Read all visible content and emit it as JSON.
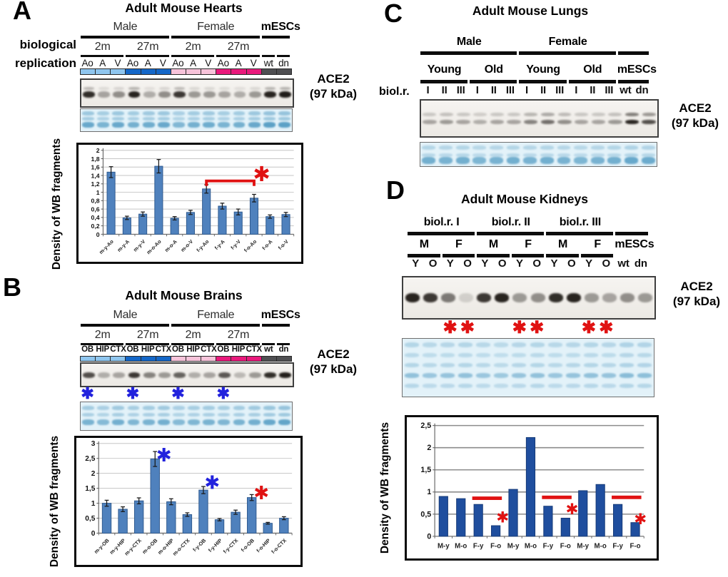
{
  "asterisk_glyph": "✱",
  "colors": {
    "male_young": "#8fc6ef",
    "male_old": "#1467c8",
    "female_young": "#f7c3da",
    "female_old": "#e9197c",
    "mesc_gray": "#4f4f52",
    "bar_blue": "#4f81bd",
    "bar_navy": "#1f4e9e",
    "sig_red": "#e01212",
    "sig_blue": "#2222dd"
  },
  "panelA": {
    "label": "A",
    "title": "Adult Mouse Hearts",
    "side_label_line1": "biological",
    "side_label_line2": "replication",
    "target": "ACE2",
    "target_size": "(97 kDa)",
    "header_rows": [
      [
        {
          "label": "Male",
          "span": 6,
          "bar": true
        },
        {
          "label": "Female",
          "span": 6,
          "bar": true
        },
        {
          "label": "mESCs",
          "span": 2,
          "bar": true,
          "bold": true
        }
      ],
      [
        {
          "label": "2m",
          "span": 3,
          "bar": true
        },
        {
          "label": "27m",
          "span": 3,
          "bar": true
        },
        {
          "label": "2m",
          "span": 3,
          "bar": true
        },
        {
          "label": "27m",
          "span": 3,
          "bar": true
        },
        {
          "label": "",
          "span": 1,
          "bar": true
        },
        {
          "label": "",
          "span": 1,
          "bar": true
        }
      ]
    ],
    "lanes": [
      "Ao",
      "A",
      "V",
      "Ao",
      "A",
      "V",
      "Ao",
      "A",
      "V",
      "Ao",
      "A",
      "V",
      "wt",
      "dn"
    ],
    "lane_colors": [
      "#8fc6ef",
      "#8fc6ef",
      "#8fc6ef",
      "#1467c8",
      "#1467c8",
      "#1467c8",
      "#f7c3da",
      "#f7c3da",
      "#f7c3da",
      "#e9197c",
      "#e9197c",
      "#e9197c",
      "#4f4f52",
      "#4f4f52"
    ],
    "blot_bands": [
      0.9,
      0.35,
      0.45,
      0.95,
      0.3,
      0.45,
      0.85,
      0.4,
      0.4,
      0.35,
      0.3,
      0.4,
      0.95,
      0.98
    ],
    "coomassie_bands": [
      1,
      0.85,
      1,
      0.9,
      0.95,
      1,
      0.8,
      0.9,
      0.95,
      0.85,
      0.9,
      1,
      1.1,
      1.1
    ]
  },
  "panelB": {
    "label": "B",
    "title": "Adult Mouse Brains",
    "target": "ACE2",
    "target_size": "(97 kDa)",
    "header_rows": [
      [
        {
          "label": "Male",
          "span": 6,
          "bar": true
        },
        {
          "label": "Female",
          "span": 6,
          "bar": true
        },
        {
          "label": "mESCs",
          "span": 2,
          "bar": true,
          "bold": true
        }
      ],
      [
        {
          "label": "2m",
          "span": 3,
          "bar": true
        },
        {
          "label": "27m",
          "span": 3,
          "bar": true
        },
        {
          "label": "2m",
          "span": 3,
          "bar": true
        },
        {
          "label": "27m",
          "span": 3,
          "bar": true
        },
        {
          "label": "",
          "span": 1,
          "bar": true
        },
        {
          "label": "",
          "span": 1,
          "bar": true
        }
      ]
    ],
    "lanes": [
      "OB",
      "HIP",
      "CTX",
      "OB",
      "HIP",
      "CTX",
      "OB",
      "HIP",
      "CTX",
      "OB",
      "HIP",
      "CTX",
      "wt",
      "dn"
    ],
    "lane_colors": [
      "#8fc6ef",
      "#8fc6ef",
      "#8fc6ef",
      "#1467c8",
      "#1467c8",
      "#1467c8",
      "#f7c3da",
      "#f7c3da",
      "#f7c3da",
      "#e9197c",
      "#e9197c",
      "#e9197c",
      "#4f4f52",
      "#4f4f52"
    ],
    "blot_bands": [
      0.75,
      0.3,
      0.35,
      0.85,
      0.5,
      0.4,
      0.65,
      0.3,
      0.35,
      0.7,
      0.25,
      0.4,
      0.9,
      0.97
    ],
    "coomassie_bands": [
      0.9,
      0.8,
      0.95,
      0.85,
      0.9,
      0.95,
      0.8,
      0.85,
      0.9,
      0.85,
      0.9,
      0.95,
      1.05,
      1.1
    ],
    "blot_marks": {
      "lanes": [
        1,
        4,
        7,
        10
      ],
      "color": "#2222dd"
    }
  },
  "panelC": {
    "label": "C",
    "title": "Adult Mouse Lungs",
    "side_label": "biol.r.",
    "target": "ACE2",
    "target_size": "(97 kDa)",
    "header_rows": [
      [
        {
          "label": "Male",
          "span": 6,
          "bar": true,
          "bold": true
        },
        {
          "label": "Female",
          "span": 6,
          "bar": true,
          "bold": true
        },
        {
          "label": "",
          "span": 2,
          "bar": true
        }
      ],
      [
        {
          "label": "Young",
          "span": 3,
          "bar": true,
          "bold": true
        },
        {
          "label": "Old",
          "span": 3,
          "bar": true,
          "bold": true
        },
        {
          "label": "Young",
          "span": 3,
          "bar": true,
          "bold": true
        },
        {
          "label": "Old",
          "span": 3,
          "bar": true,
          "bold": true
        },
        {
          "label": "mESCs",
          "span": 2,
          "bar": true,
          "bold": true
        }
      ]
    ],
    "lanes": [
      "I",
      "II",
      "III",
      "I",
      "II",
      "III",
      "I",
      "II",
      "III",
      "I",
      "II",
      "III",
      "wt",
      "dn"
    ],
    "blot_bands": [
      0.35,
      0.4,
      0.35,
      0.3,
      0.35,
      0.35,
      0.5,
      0.6,
      0.45,
      0.35,
      0.35,
      0.4,
      0.95,
      0.75
    ],
    "coomassie_bands": [
      1,
      0.95,
      1,
      0.9,
      0.95,
      1,
      0.95,
      1,
      0.95,
      0.9,
      0.95,
      1,
      1.1,
      1.05
    ]
  },
  "panelD": {
    "label": "D",
    "title": "Adult Mouse Kidneys",
    "target": "ACE2",
    "target_size": "(97 kDa)",
    "header_rows": [
      [
        {
          "label": "biol.r. I",
          "span": 4,
          "bar": true,
          "bold": true
        },
        {
          "label": "biol.r. II",
          "span": 4,
          "bar": true,
          "bold": true
        },
        {
          "label": "biol.r. III",
          "span": 4,
          "bar": true,
          "bold": true
        },
        {
          "label": "",
          "span": 2,
          "bar": true
        }
      ],
      [
        {
          "label": "M",
          "span": 2,
          "bar": true,
          "bold": true
        },
        {
          "label": "F",
          "span": 2,
          "bar": true,
          "bold": true
        },
        {
          "label": "M",
          "span": 2,
          "bar": true,
          "bold": true
        },
        {
          "label": "F",
          "span": 2,
          "bar": true,
          "bold": true
        },
        {
          "label": "M",
          "span": 2,
          "bar": true,
          "bold": true
        },
        {
          "label": "F",
          "span": 2,
          "bar": true,
          "bold": true
        },
        {
          "label": "mESCs",
          "span": 2,
          "bar": false,
          "bold": true
        }
      ]
    ],
    "lanes": [
      "Y",
      "O",
      "Y",
      "O",
      "Y",
      "O",
      "Y",
      "O",
      "Y",
      "O",
      "Y",
      "O",
      "wt",
      "dn"
    ],
    "blot_bands": [
      0.95,
      0.85,
      0.55,
      0.15,
      0.85,
      0.95,
      0.4,
      0.45,
      0.9,
      0.95,
      0.4,
      0.35,
      0.45,
      0.4
    ],
    "coomassie_bands": [
      1,
      0.9,
      0.95,
      1,
      0.9,
      0.85,
      0.95,
      1,
      0.9,
      0.95,
      1,
      0.95,
      1.1,
      1.05
    ],
    "blot_marks": {
      "lanes": [
        3,
        4,
        7,
        8,
        11,
        12
      ],
      "color": "#e01212"
    }
  },
  "chart_data": [
    {
      "id": "chartA",
      "type": "bar",
      "ylabel": "Density of WB fragments",
      "categories": [
        "m-y-Ao",
        "m-y-A",
        "m-y-V",
        "m-o-Ao",
        "m-o-A",
        "m-o-V",
        "f-y-Ao",
        "f-y-A",
        "f-y-V",
        "f-o-Ao",
        "f-o-A",
        "f-o-V"
      ],
      "values": [
        1.48,
        0.39,
        0.48,
        1.62,
        0.38,
        0.52,
        1.08,
        0.67,
        0.53,
        0.86,
        0.42,
        0.47
      ],
      "errors": [
        0.13,
        0.04,
        0.05,
        0.16,
        0.04,
        0.05,
        0.1,
        0.07,
        0.07,
        0.09,
        0.04,
        0.05
      ],
      "ylim": [
        0,
        2
      ],
      "ystep": 0.2,
      "grid": true,
      "legend": "none",
      "bar_color": "#4f81bd",
      "bar_stroke": "#2f5a8f",
      "annotations": [
        {
          "type": "bracket",
          "x1": 6.5,
          "x2": 9.5,
          "y": 1.27,
          "drop": 0.12,
          "color": "#e01212",
          "width": 4
        },
        {
          "type": "asterisk",
          "x": 9.97,
          "y": 1.44,
          "color": "#e01212",
          "size": 30
        }
      ]
    },
    {
      "id": "chartB",
      "type": "bar",
      "ylabel": "Density of WB fragments",
      "categories": [
        "m-y-OB",
        "m-y-HIP",
        "m-y-CTX",
        "m-o-OB",
        "m-o-HIP",
        "m-o-CTX",
        "f-y-OB",
        "f-y-HIP",
        "f-y-CTX",
        "f-o-OB",
        "f-o-HIP",
        "f-o-CTX"
      ],
      "values": [
        1.0,
        0.8,
        1.08,
        2.48,
        1.05,
        0.62,
        1.44,
        0.45,
        0.7,
        1.19,
        0.33,
        0.5
      ],
      "errors": [
        0.1,
        0.08,
        0.1,
        0.25,
        0.1,
        0.06,
        0.12,
        0.04,
        0.07,
        0.1,
        0.03,
        0.05
      ],
      "ylim": [
        0,
        3
      ],
      "ystep": 0.5,
      "grid": true,
      "legend": "none",
      "bar_color": "#4f81bd",
      "bar_stroke": "#2f5a8f",
      "annotations": [
        {
          "type": "asterisk",
          "x": 4.05,
          "y": 2.62,
          "color": "#2222dd",
          "size": 27
        },
        {
          "type": "asterisk",
          "x": 7.05,
          "y": 1.7,
          "color": "#2222dd",
          "size": 27
        },
        {
          "type": "asterisk",
          "x": 10.1,
          "y": 1.36,
          "color": "#e01212",
          "size": 27
        }
      ]
    },
    {
      "id": "chartD",
      "type": "bar",
      "ylabel": "Density of WB fragments",
      "categories": [
        "M-y",
        "M-o",
        "F-y",
        "F-o",
        "M-y",
        "M-o",
        "F-y",
        "F-o",
        "M-y",
        "M-o",
        "F-y",
        "F-o"
      ],
      "values": [
        0.9,
        0.85,
        0.72,
        0.24,
        1.06,
        2.23,
        0.68,
        0.41,
        1.03,
        1.17,
        0.72,
        0.31
      ],
      "errors": null,
      "ylim": [
        0,
        2.5
      ],
      "ystep": 0.5,
      "grid": true,
      "legend": "none",
      "bar_color": "#1f4e9e",
      "bar_stroke": "#163a77",
      "annotations": [
        {
          "type": "hline",
          "x1": 2.15,
          "x2": 3.85,
          "y": 0.86,
          "color": "#e01212",
          "width": 5
        },
        {
          "type": "asterisk",
          "x": 3.9,
          "y": 0.44,
          "color": "#e01212",
          "size": 22
        },
        {
          "type": "hline",
          "x1": 6.15,
          "x2": 7.85,
          "y": 0.88,
          "color": "#e01212",
          "width": 5
        },
        {
          "type": "asterisk",
          "x": 7.88,
          "y": 0.62,
          "color": "#e01212",
          "size": 22
        },
        {
          "type": "hline",
          "x1": 10.15,
          "x2": 11.85,
          "y": 0.88,
          "color": "#e01212",
          "width": 5
        },
        {
          "type": "asterisk",
          "x": 11.8,
          "y": 0.4,
          "color": "#e01212",
          "size": 22
        }
      ]
    }
  ]
}
